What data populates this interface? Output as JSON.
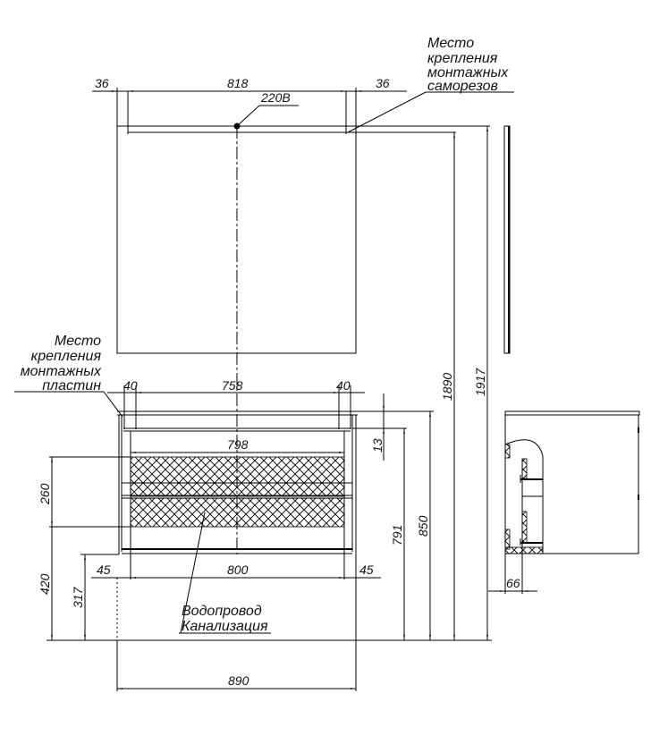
{
  "drawing": {
    "title": "Installation dimensions: vanity cabinet with mirror",
    "colors": {
      "line": "#000000",
      "background": "#ffffff",
      "hatch": "#000000"
    }
  },
  "labels": {
    "mirror_screws": [
      "Место",
      "крепления",
      "монтажных",
      "саморезов"
    ],
    "mount_plates": [
      "Место",
      "крепления",
      "монтажных",
      "пластин"
    ],
    "power": "220В",
    "plumbing": [
      "Водопровод",
      "Канализация"
    ]
  },
  "dimensions": {
    "mirror_left_offset": "36",
    "mirror_screw_span": "818",
    "mirror_right_offset": "36",
    "plate_left": "40",
    "plate_span": "758",
    "plate_right": "40",
    "drawer_width": "798",
    "top_thickness": "13",
    "plumbing_zone_height": "260",
    "plumbing_zone_bottom": "420",
    "legs_height": "317",
    "body_left": "45",
    "body_width": "800",
    "body_right": "45",
    "cabinet_height_body": "791",
    "cabinet_height_total": "850",
    "mirror_screw_height": "1890",
    "mirror_top_height": "1917",
    "side_wall_gap": "66",
    "overall_width": "890"
  }
}
